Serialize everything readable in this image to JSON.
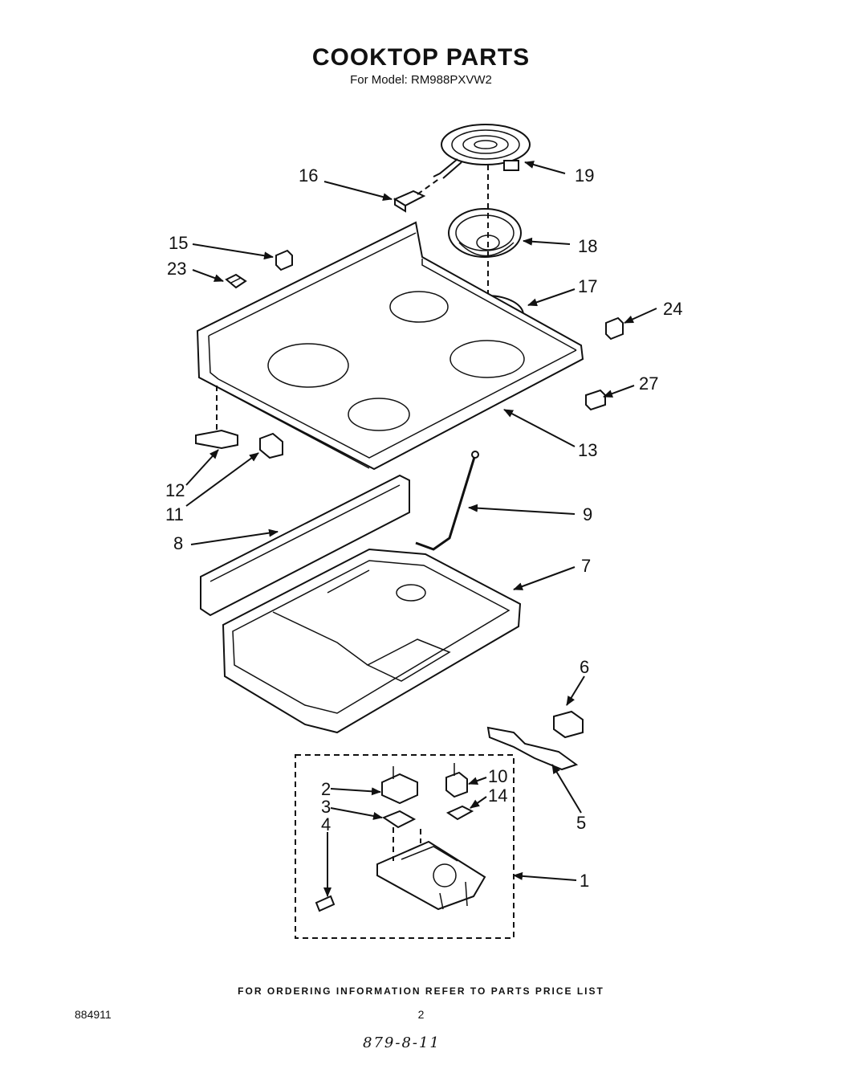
{
  "header": {
    "title": "COOKTOP PARTS",
    "subtitle": "For Model: RM988PXVW2"
  },
  "footer": {
    "note": "FOR ORDERING INFORMATION REFER TO PARTS PRICE LIST",
    "doc_number": "884911",
    "page_number": "2",
    "handwritten": "879-8-11"
  },
  "callouts": {
    "c1": "1",
    "c2": "2",
    "c3": "3",
    "c4": "4",
    "c5": "5",
    "c6": "6",
    "c7": "7",
    "c8": "8",
    "c9": "9",
    "c10": "10",
    "c11": "11",
    "c12": "12",
    "c13": "13",
    "c14": "14",
    "c15": "15",
    "c16": "16",
    "c17": "17",
    "c18": "18",
    "c19": "19",
    "c23": "23",
    "c24": "24",
    "c27": "27"
  }
}
